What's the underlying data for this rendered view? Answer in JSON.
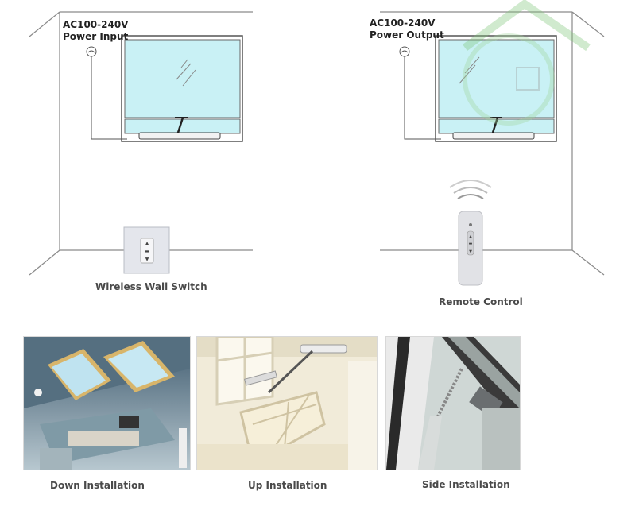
{
  "panels": {
    "left": {
      "power_line1": "AC100-240V",
      "power_line2": "Power Input",
      "device_label": "Wireless Wall Switch"
    },
    "right": {
      "power_line1": "AC100-240V",
      "power_line2": "Power Output",
      "device_label": "Remote Control"
    }
  },
  "photos": [
    {
      "label": "Down Installation"
    },
    {
      "label": "Up Installation"
    },
    {
      "label": "Side Installation"
    }
  ],
  "colors": {
    "glass": "#c8f0f4",
    "frame": "#555555",
    "wall_line": "#888888",
    "watermark": "#7cc576"
  }
}
